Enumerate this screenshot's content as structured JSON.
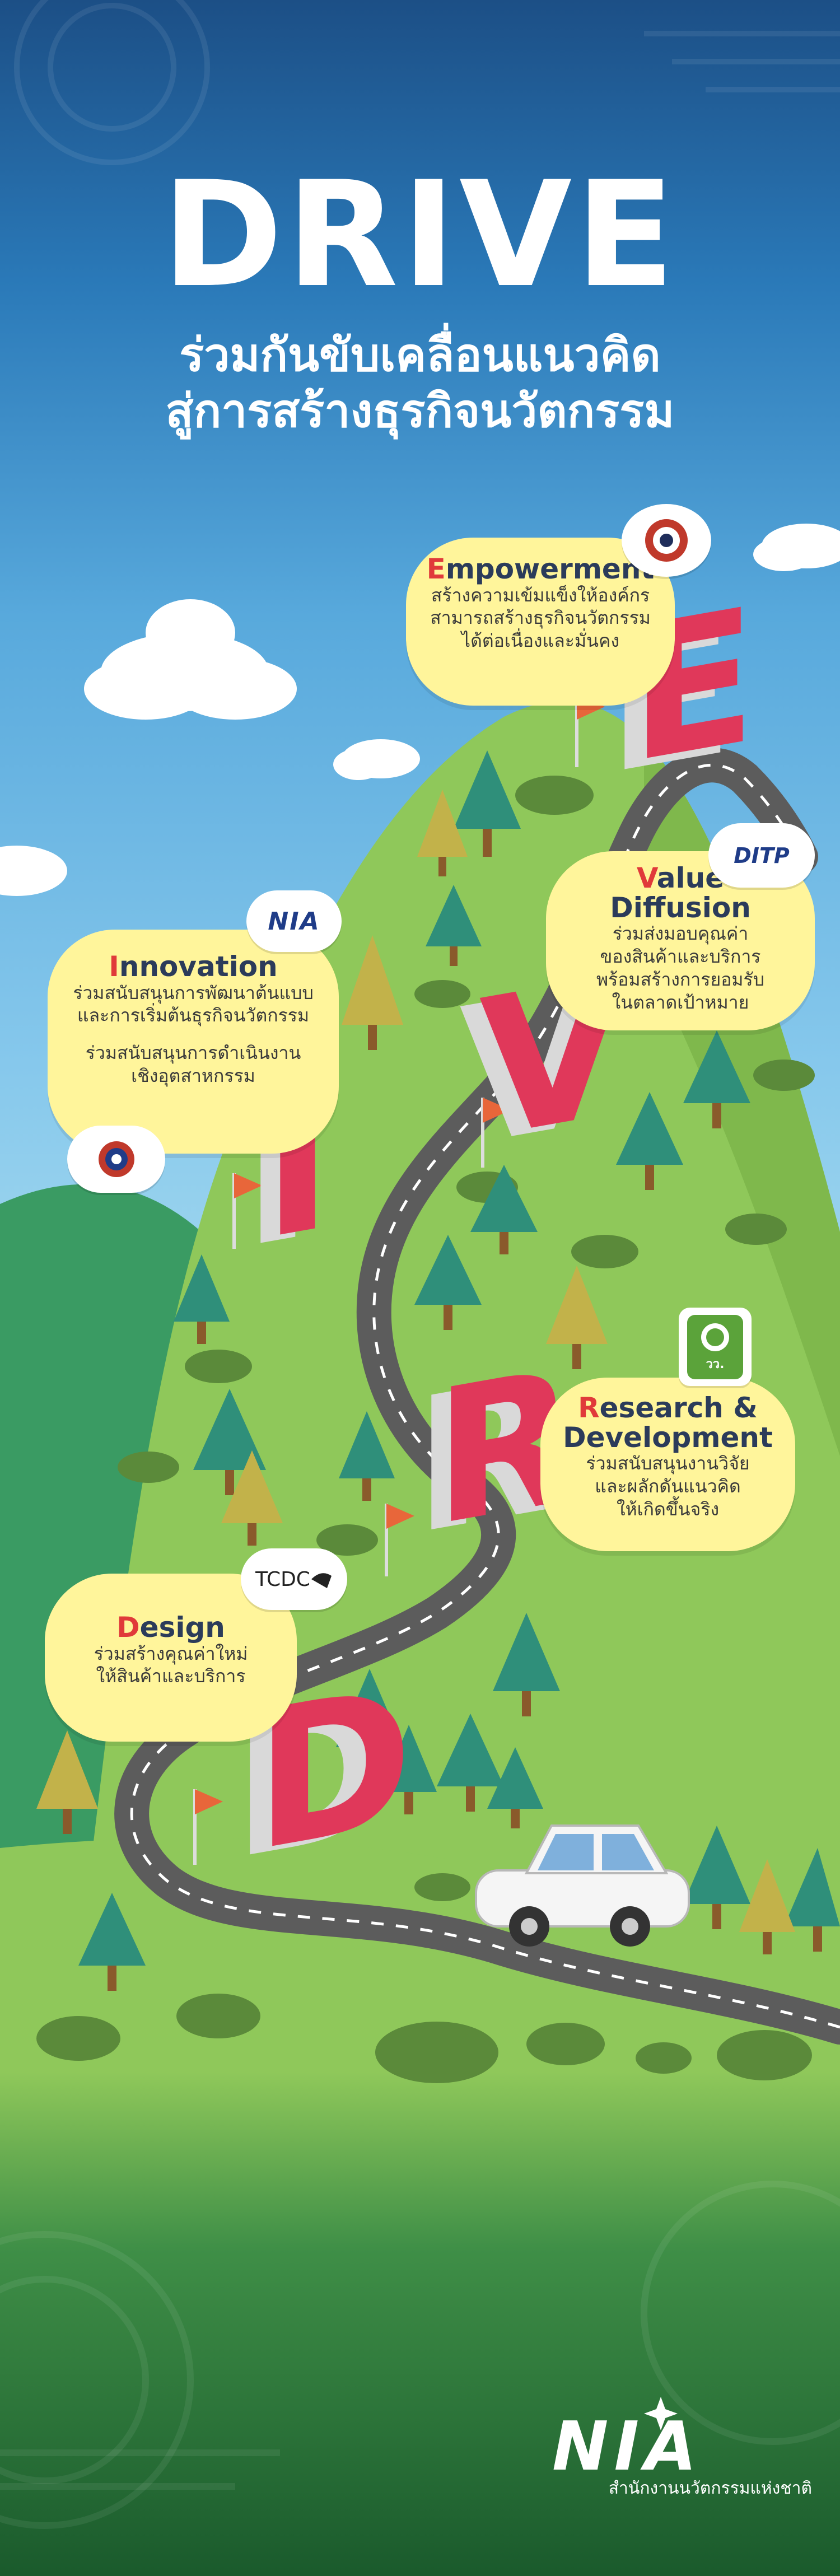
{
  "header": {
    "title": "DRIVE",
    "subtitle_line1": "ร่วมกันขับเคลื่อนแนวคิด",
    "subtitle_line2": "สู่การสร้างธุรกิจนวัตกรรม"
  },
  "sections": {
    "empowerment": {
      "cap": "E",
      "rest": "mpowerment",
      "lines": [
        "สร้างความเข้มแข็งให้องค์กร",
        "สามารถสร้างธุรกิจนวัตกรรม",
        "ได้ต่อเนื่องและมั่นคง"
      ]
    },
    "value_diffusion": {
      "cap": "V",
      "rest1": "alue",
      "rest2": "Diffusion",
      "lines": [
        "ร่วมส่งมอบคุณค่า",
        "ของสินค้าและบริการ",
        "พร้อมสร้างการยอมรับ",
        "ในตลาดเป้าหมาย"
      ]
    },
    "innovation": {
      "cap": "I",
      "rest": "nnovation",
      "lines": [
        "ร่วมสนับสนุนการพัฒนาต้นแบบ",
        "และการเริ่มต้นธุรกิจนวัตกรรม",
        "ร่วมสนับสนุนการดำเนินงาน",
        "เชิงอุตสาหกรรม"
      ]
    },
    "research": {
      "cap": "R",
      "rest1": "esearch &",
      "rest2": "Development",
      "lines": [
        "ร่วมสนับสนุนงานวิจัย",
        "และผลักดันแนวคิด",
        "ให้เกิดขึ้นจริง"
      ]
    },
    "design": {
      "cap": "D",
      "rest": "esign",
      "lines": [
        "ร่วมสร้างคุณค่าใหม่",
        "ให้สินค้าและบริการ"
      ]
    }
  },
  "letters": [
    "E",
    "V",
    "I",
    "R",
    "D"
  ],
  "logos": {
    "ditp": "DITP",
    "nia_small": "NIA",
    "tcdc": "TCDC",
    "tistr": "วว."
  },
  "footer": {
    "logo_text": "NIA",
    "org_name": "สำนักงานนวัตกรรมแห่งชาติ"
  },
  "colors": {
    "bubble": "#fff59b",
    "letter_face": "#e0385a",
    "letter_side": "#d9d9d9",
    "road": "#5c5c5c",
    "hill": "#8fc85a",
    "heading_accent": "#e03a3a"
  }
}
